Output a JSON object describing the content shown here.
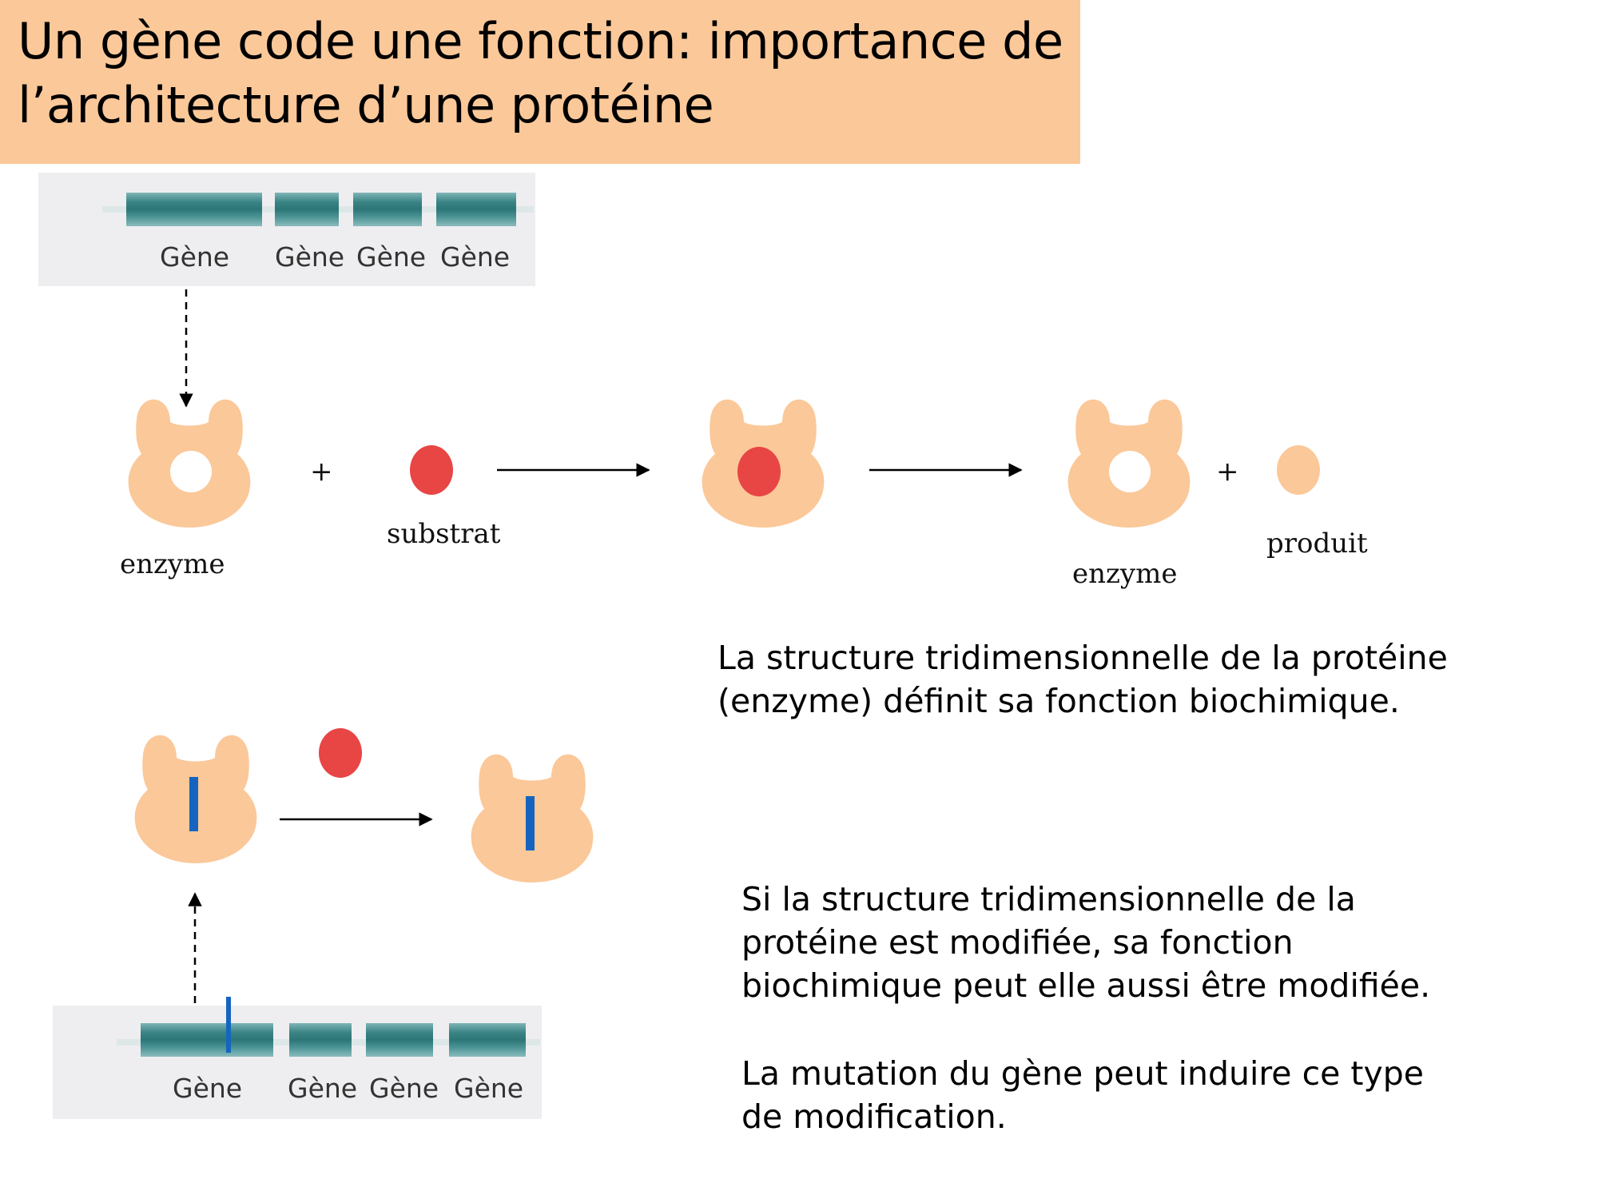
{
  "title": "Un gène code une fonction: importance de\nl’architecture d’une protéine",
  "gene_strip_top": {
    "labels": [
      "Gène",
      "Gène",
      "Gène",
      "Gène"
    ]
  },
  "gene_strip_bottom": {
    "labels": [
      "Gène",
      "Gène",
      "Gène",
      "Gène"
    ]
  },
  "reaction": {
    "enzyme_label": "enzyme",
    "plus": "+",
    "substrate_label": "substrat",
    "enzyme_label_2": "enzyme",
    "plus_2": "+",
    "product_label": "produit"
  },
  "text": {
    "structure_function": "La structure tridimensionnelle de la protéine\n(enzyme) définit sa fonction biochimique.",
    "modified": "Si la structure tridimensionnelle de la\nprotéine est modifiée, sa fonction\nbiochimique peut elle aussi être modifiée.",
    "mutation": "La mutation du gène peut induire ce type\nde modification."
  },
  "colors": {
    "title_background": "#fbc899",
    "enzyme": "#fbc899",
    "substrate": "#e84545",
    "product": "#fbc899",
    "mutation": "#1565c0",
    "gene_band": "#2d7677"
  }
}
